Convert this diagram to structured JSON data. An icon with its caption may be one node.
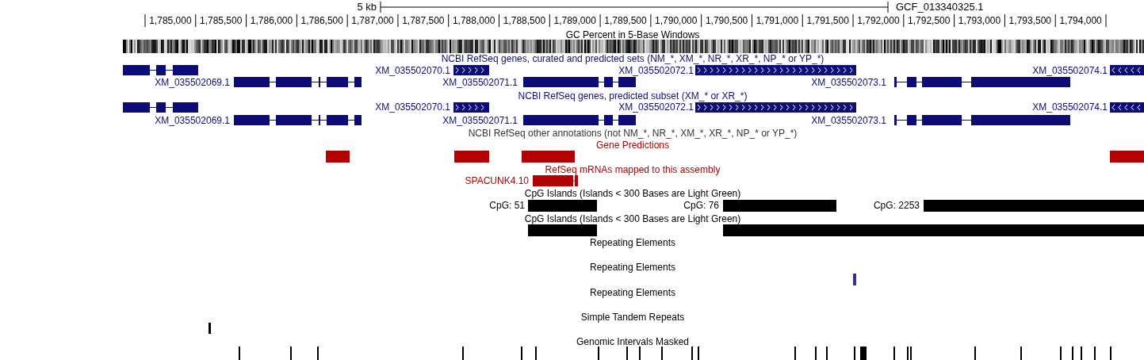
{
  "diagram": {
    "labels": [
      "5 kb",
      "GCF_013340325.1",
      "1,785,000",
      "1,785,500",
      "1,786,000",
      "1,786,500",
      "1,787,000",
      "1,787,500",
      "1,788,000",
      "1,788,500",
      "1,789,000",
      "1,789,500",
      "1,790,000",
      "1,790,500",
      "1,791,000",
      "1,791,500",
      "1,792,000",
      "1,792,500",
      "1,793,000",
      "1,793,500",
      "1,794,000",
      "GC Percent in 5-Base Windows",
      "NCBI RefSeq genes, curated and predicted sets (NM_*, XM_*, NR_*, XR_*, NP_* or YP_*)",
      "XM_035502070.1",
      "XM_035502072.1",
      "XM_035502074.1",
      "XM_035502069.1",
      "XM_035502071.1",
      "XM_035502073.1",
      "NCBI RefSeq genes, predicted subset (XM_* or XR_*)",
      "XM_035502070.1",
      "XM_035502072.1",
      "XM_035502074.1",
      "XM_035502069.1",
      "XM_035502071.1",
      "XM_035502073.1",
      "NCBI RefSeq other annotations (not NM_*, NR_*, XM_*, XR_*, NP_* or YP_*)",
      "Gene Predictions",
      "RefSeq mRNAs mapped to this assembly",
      "SPACUNK4.10",
      "CpG Islands (Islands < 300 Bases are Light Green)",
      "CpG: 51",
      "CpG: 76",
      "CpG: 2253",
      "CpG Islands (Islands < 300 Bases are Light Green)",
      "Repeating Elements",
      "Repeating Elements",
      "Repeating Elements",
      "Simple Tandem Repeats",
      "Genomic Intervals Masked"
    ]
  }
}
